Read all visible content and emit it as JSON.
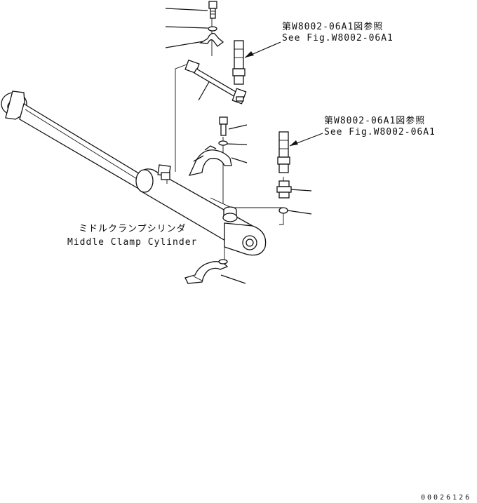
{
  "references": [
    {
      "jp": "第W8002-06A1図参照",
      "en": "See Fig.W8002-06A1"
    },
    {
      "jp": "第W8002-06A1図参照",
      "en": "See Fig.W8002-06A1"
    }
  ],
  "cylinder": {
    "jp": "ミドルクランプシリンダ",
    "en": "Middle Clamp Cylinder"
  },
  "drawing_number": "00026126"
}
